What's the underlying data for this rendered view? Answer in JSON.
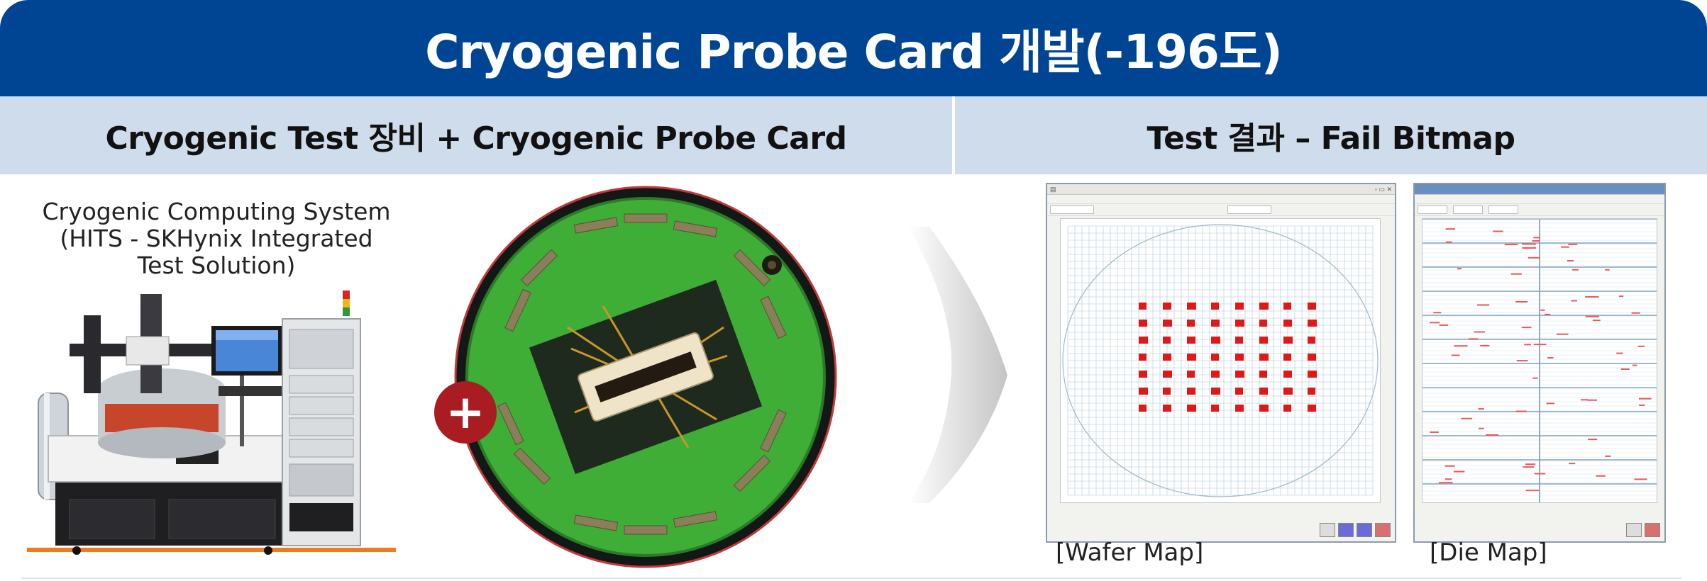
{
  "header": {
    "title": "Cryogenic Probe Card 개발(-196도)"
  },
  "subheader": {
    "left": "Cryogenic Test 장비 + Cryogenic Probe Card",
    "right": "Test 결과 – Fail Bitmap"
  },
  "system_label": {
    "line1": "Cryogenic Computing System",
    "line2": "(HITS - SKHynix Integrated",
    "line3": "Test Solution)"
  },
  "plus_symbol": "+",
  "captions": {
    "wafer": "[Wafer Map]",
    "die": "[Die Map]"
  },
  "colors": {
    "title_bg": "#004494",
    "subheader_bg": "#cfdceb",
    "probe_green": "#2f9e2f",
    "plus_badge": "#a81c22",
    "fail_red": "#e01818",
    "grid_blue": "#a8c8dc"
  }
}
